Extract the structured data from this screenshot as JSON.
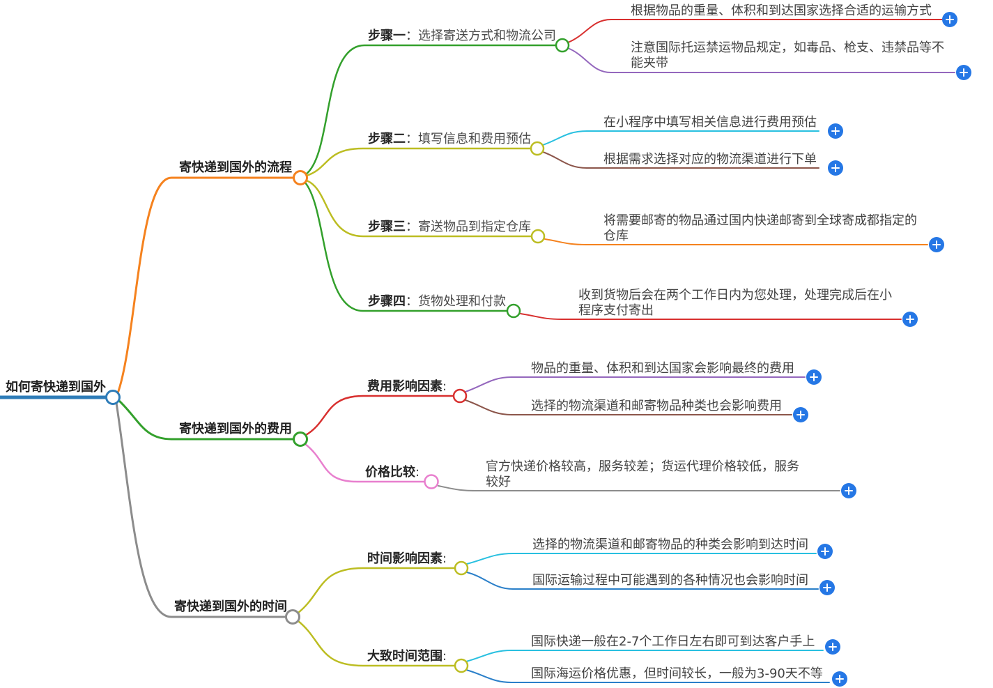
{
  "root": {
    "label": "如何寄快递到国外"
  },
  "branches": [
    {
      "label": "寄快递到国外的流程",
      "children": [
        {
          "term": "步骤一",
          "sep": "：",
          "desc": "选择寄送方式和物流公司",
          "leaves": [
            {
              "text": "根据物品的重量、体积和到达国家选择合适的运输方式"
            },
            {
              "text": "注意国际托运禁运物品规定，如毒品、枪支、违禁品等不能夹带"
            }
          ]
        },
        {
          "term": "步骤二",
          "sep": "：",
          "desc": "填写信息和费用预估",
          "leaves": [
            {
              "text": "在小程序中填写相关信息进行费用预估"
            },
            {
              "text": "根据需求选择对应的物流渠道进行下单"
            }
          ]
        },
        {
          "term": "步骤三",
          "sep": "：",
          "desc": "寄送物品到指定仓库",
          "leaves": [
            {
              "text": "将需要邮寄的物品通过国内快递邮寄到全球寄成都指定的仓库"
            }
          ]
        },
        {
          "term": "步骤四",
          "sep": "：",
          "desc": "货物处理和付款",
          "leaves": [
            {
              "text": "收到货物后会在两个工作日内为您处理，处理完成后在小程序支付寄出"
            }
          ]
        }
      ]
    },
    {
      "label": "寄快递到国外的费用",
      "children": [
        {
          "term": "费用影响因素",
          "sep": ":",
          "desc": "",
          "leaves": [
            {
              "text": "物品的重量、体积和到达国家会影响最终的费用"
            },
            {
              "text": "选择的物流渠道和邮寄物品种类也会影响费用"
            }
          ]
        },
        {
          "term": "价格比较",
          "sep": ":",
          "desc": "",
          "leaves": [
            {
              "text": "官方快递价格较高，服务较差；货运代理价格较低，服务较好"
            }
          ]
        }
      ]
    },
    {
      "label": "寄快递到国外的时间",
      "children": [
        {
          "term": "时间影响因素",
          "sep": ":",
          "desc": "",
          "leaves": [
            {
              "text": "选择的物流渠道和邮寄物品的种类会影响到达时间"
            },
            {
              "text": "国际运输过程中可能遇到的各种情况也会影响时间"
            }
          ]
        },
        {
          "term": "大致时间范围",
          "sep": ":",
          "desc": "",
          "leaves": [
            {
              "text": "国际快递一般在2-7个工作日左右即可到达客户手上"
            },
            {
              "text": "国际海运价格优惠，但时间较长，一般为3-90天不等"
            }
          ]
        }
      ]
    }
  ],
  "colors": {
    "root_blue": "#2e7cb8",
    "orange": "#f5821e",
    "green": "#33a02c",
    "olive": "#bcbd22",
    "red": "#d8302f",
    "purple": "#9467bd",
    "brown": "#8c564b",
    "pink": "#e87fce",
    "gray": "#8c8c8c",
    "cyan": "#29c0e0",
    "blue": "#2a7fc9",
    "expand_button_blue": "#2577e5"
  }
}
